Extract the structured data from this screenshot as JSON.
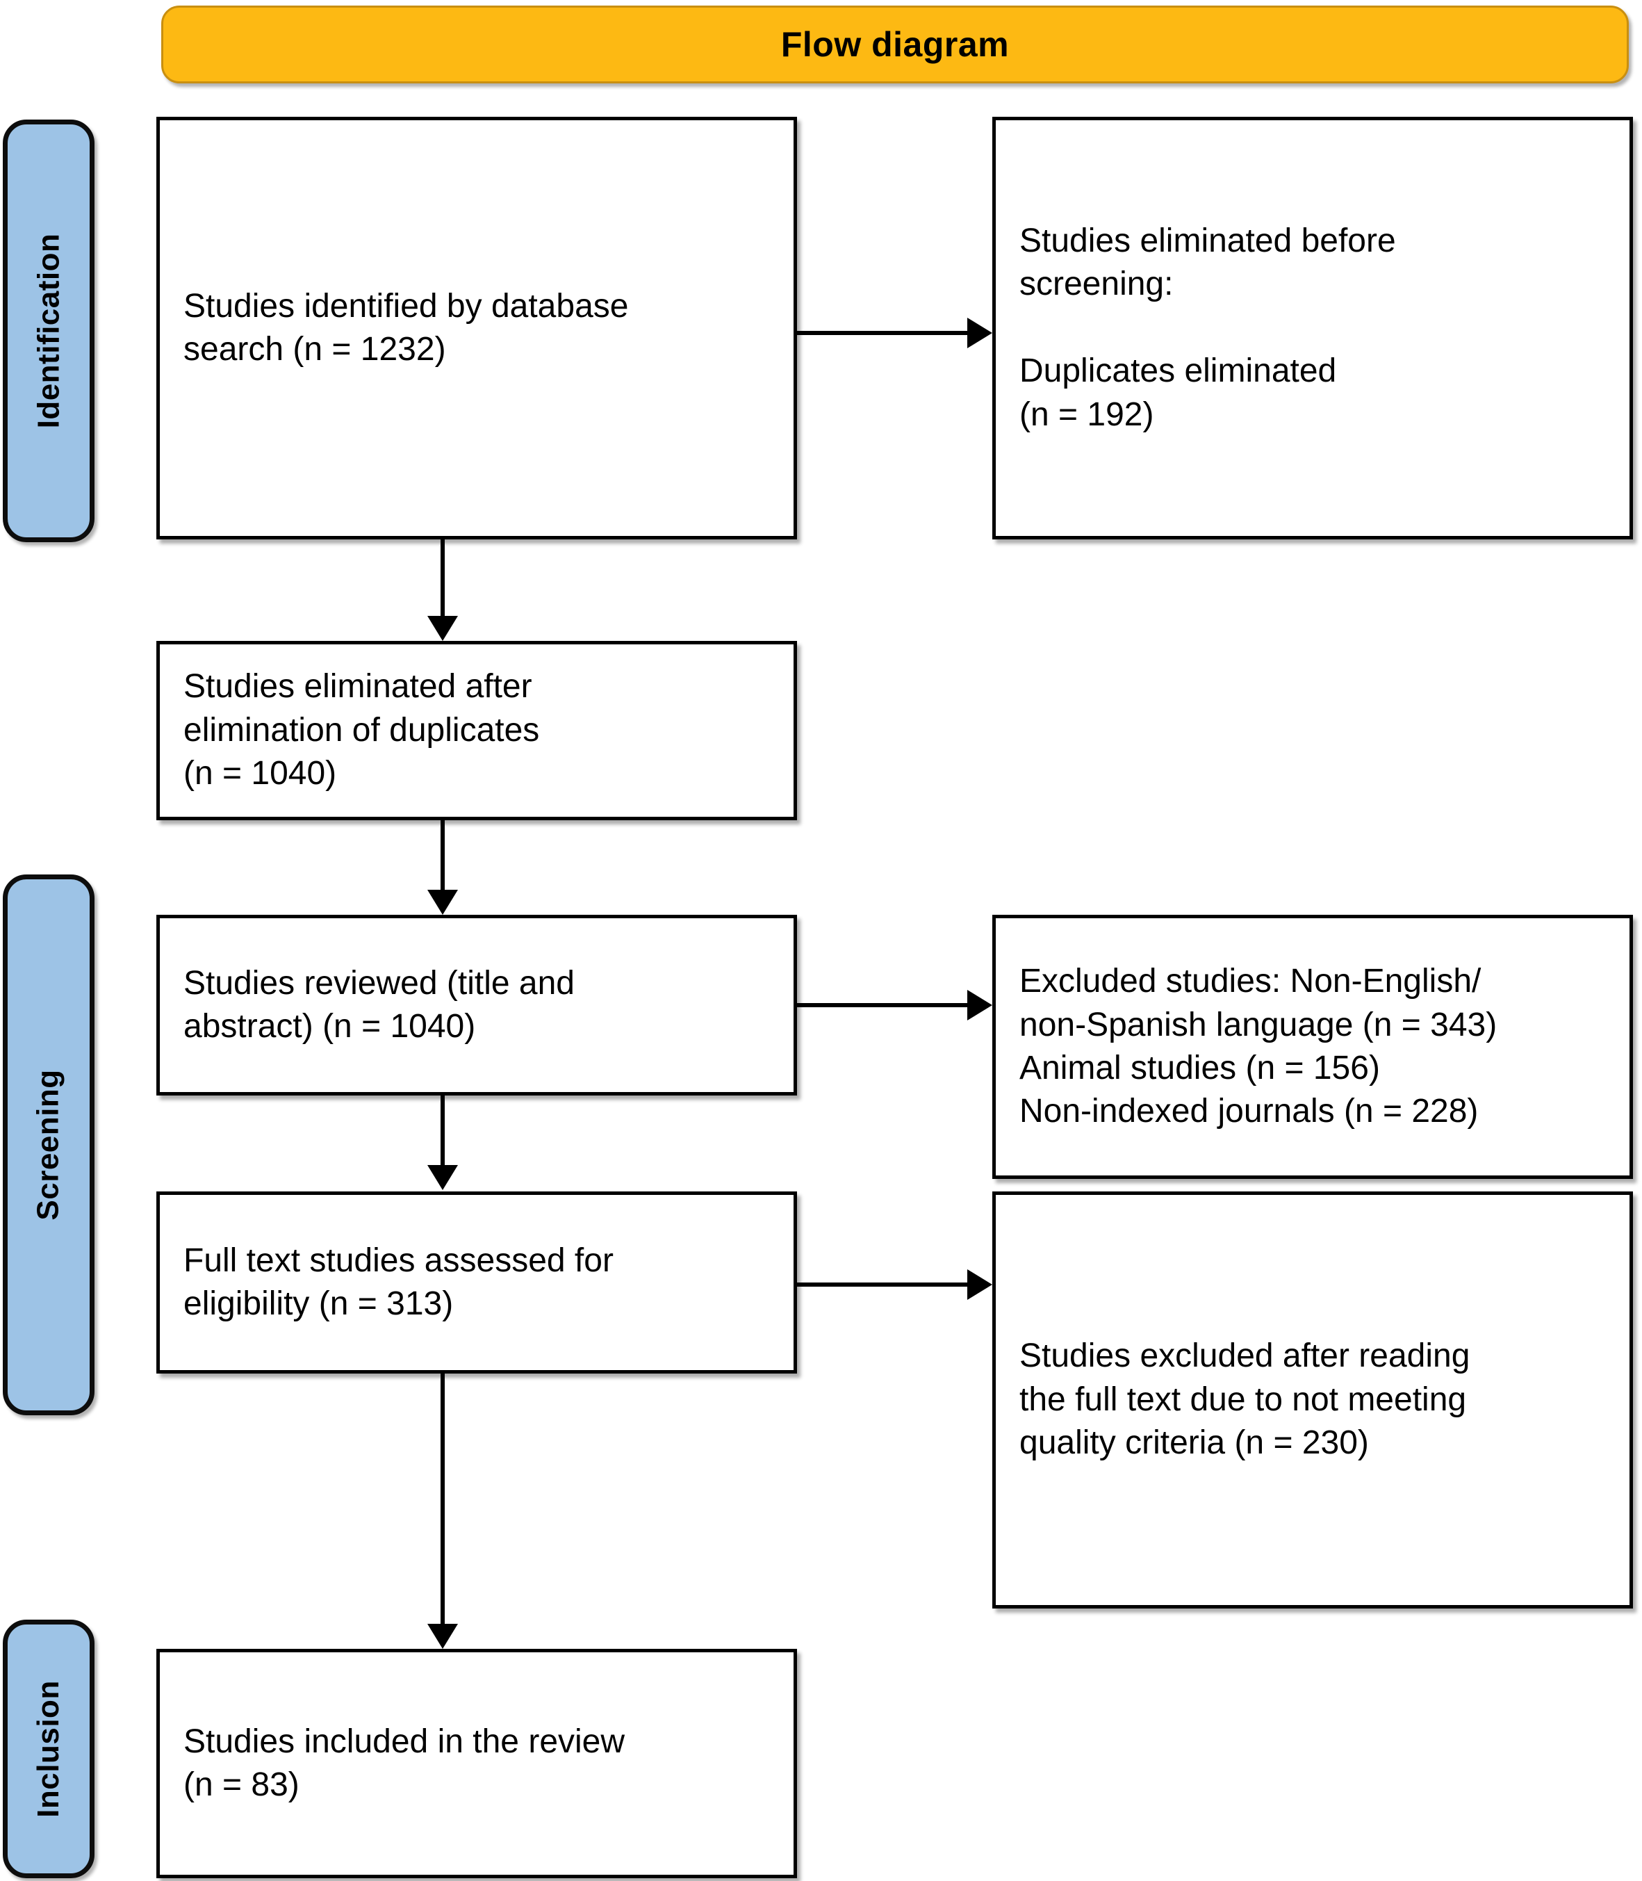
{
  "diagram": {
    "title": "Flow diagram",
    "colors": {
      "banner_fill": "#FDB913",
      "banner_border": "#C98F10",
      "stage_pill_fill": "#9DC3E6",
      "box_border": "#000000",
      "box_fill": "#FFFFFF",
      "text": "#000000"
    }
  },
  "stages": [
    {
      "id": "identification",
      "label": "Identification"
    },
    {
      "id": "screening",
      "label": "Screening"
    },
    {
      "id": "inclusion",
      "label": "Inclusion"
    }
  ],
  "boxes": [
    {
      "id": "identified",
      "column": "left",
      "stage": "identification",
      "text": "Studies identified by database\nsearch (n = 1232)",
      "n": 1232
    },
    {
      "id": "eliminated-before-screening",
      "column": "right",
      "stage": "identification",
      "text": "Studies eliminated before\nscreening:\n\n    Duplicates eliminated\n(n = 192)",
      "n": 192
    },
    {
      "id": "after-duplicates",
      "column": "left",
      "stage": "identification",
      "text": "Studies eliminated after\nelimination of duplicates\n(n = 1040)",
      "n": 1040
    },
    {
      "id": "reviewed-title-abstract",
      "column": "left",
      "stage": "screening",
      "text": "Studies reviewed (title and\nabstract) (n = 1040)",
      "n": 1040
    },
    {
      "id": "excluded-screening",
      "column": "right",
      "stage": "screening",
      "text": "Excluded studies: Non-English/\nnon-Spanish language (n = 343)\nAnimal studies (n = 156)\nNon-indexed journals (n = 228)",
      "n": [
        343,
        156,
        228
      ]
    },
    {
      "id": "fulltext-assessed",
      "column": "left",
      "stage": "screening",
      "text": "Full text studies assessed for\neligibility (n = 313)",
      "n": 313
    },
    {
      "id": "excluded-fulltext",
      "column": "right",
      "stage": "screening",
      "text": "Studies excluded after reading\nthe full text due  to not meeting\nquality criteria (n = 230)",
      "n": 230
    },
    {
      "id": "included",
      "column": "left",
      "stage": "inclusion",
      "text": "Studies included in the review\n(n = 83)",
      "n": 83
    }
  ],
  "connectors": [
    {
      "id": "identified-to-eliminated",
      "direction": "horizontal"
    },
    {
      "id": "identified-to-after-duplicates",
      "direction": "vertical"
    },
    {
      "id": "after-duplicates-to-reviewed",
      "direction": "vertical"
    },
    {
      "id": "reviewed-to-excluded-screening",
      "direction": "horizontal"
    },
    {
      "id": "reviewed-to-fulltext",
      "direction": "vertical"
    },
    {
      "id": "fulltext-to-excluded-fulltext",
      "direction": "horizontal"
    },
    {
      "id": "fulltext-to-included",
      "direction": "vertical"
    }
  ]
}
